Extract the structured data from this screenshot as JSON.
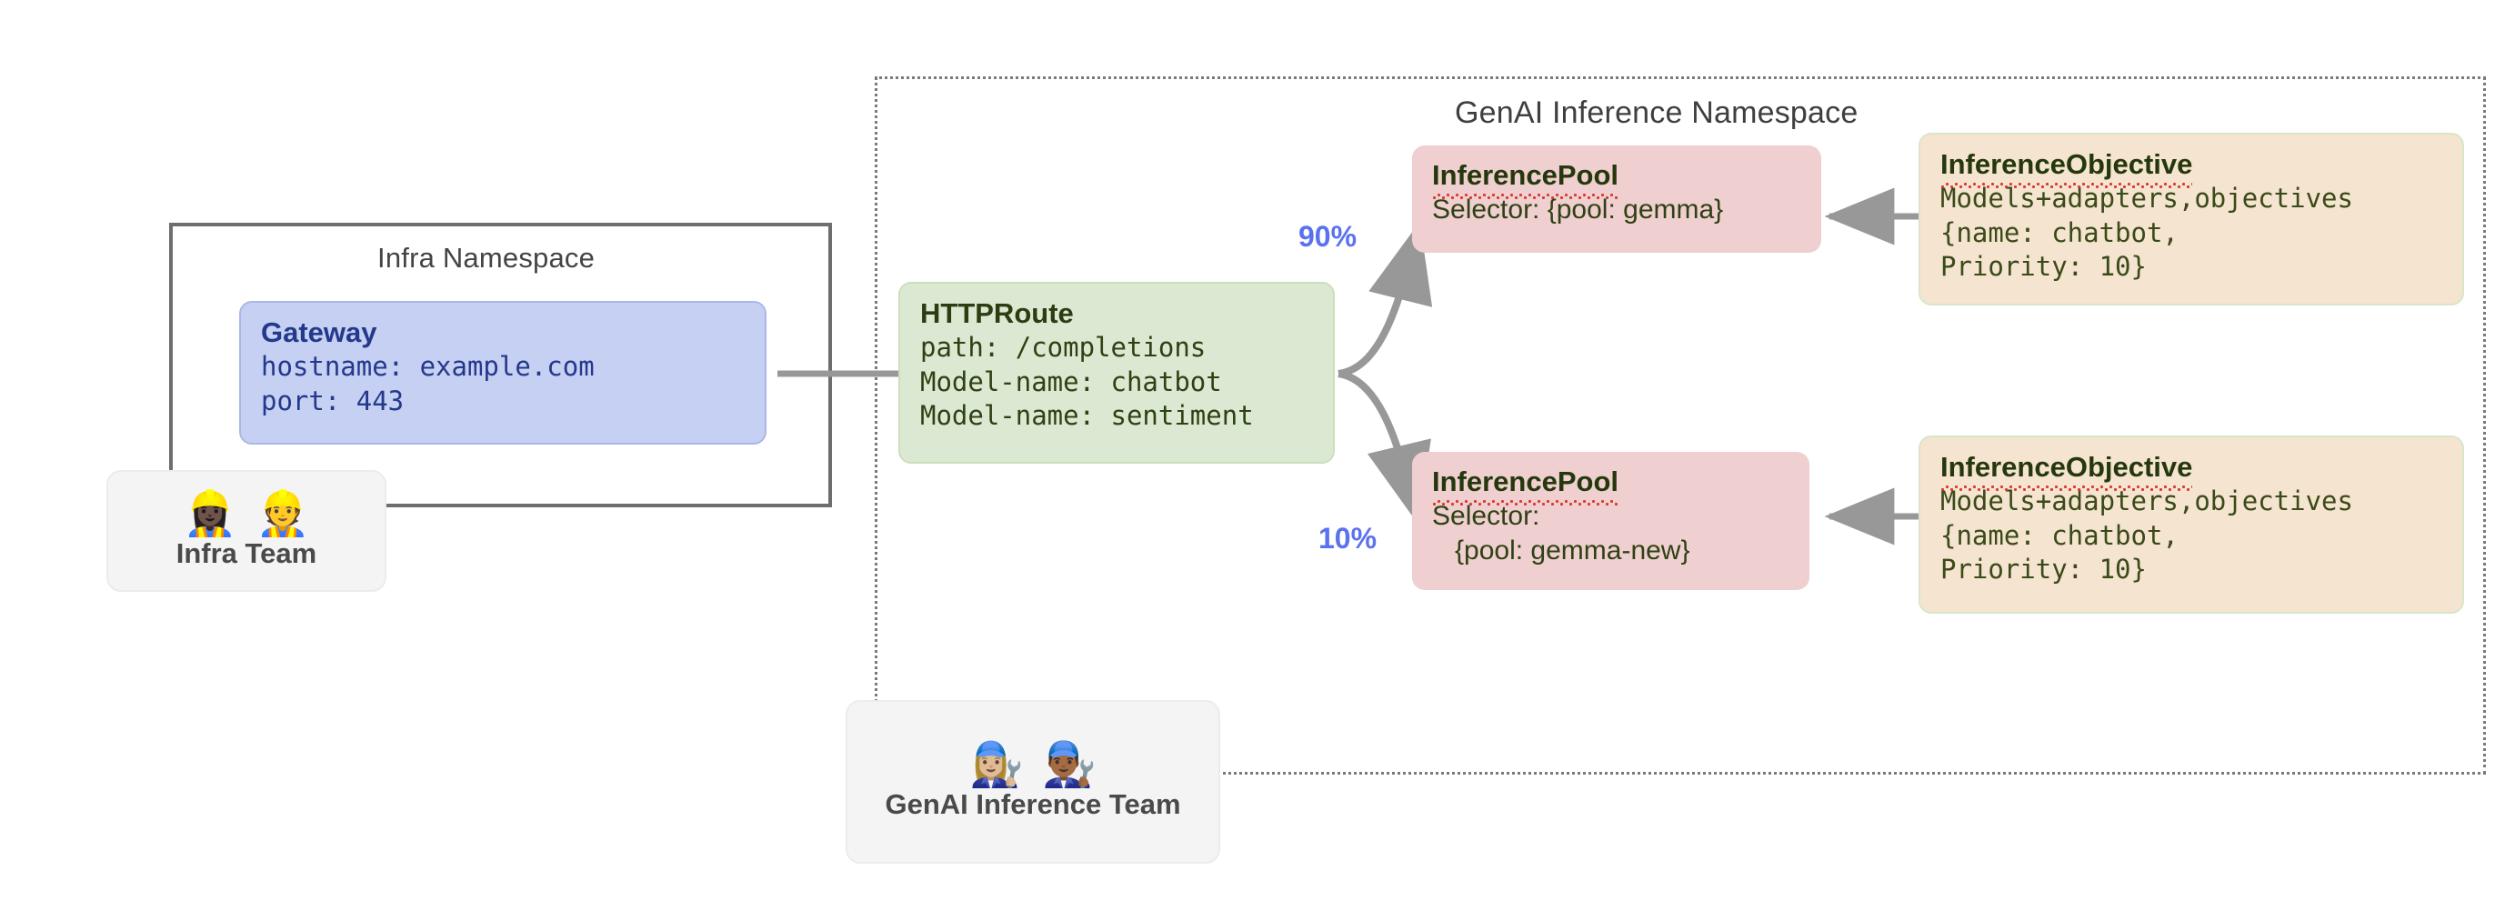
{
  "diagram": {
    "infra_namespace": {
      "title": "Infra Namespace"
    },
    "genai_namespace": {
      "title": "GenAI Inference Namespace"
    },
    "gateway": {
      "title": "Gateway",
      "lines": [
        "hostname: example.com",
        "port: 443"
      ]
    },
    "httproute": {
      "title": "HTTPRoute",
      "lines": [
        "path: /completions",
        "Model-name: chatbot",
        "Model-name: sentiment"
      ]
    },
    "pools": [
      {
        "title": "InferencePool",
        "lines": [
          "Selector: {pool: gemma}"
        ]
      },
      {
        "title": "InferencePool",
        "lines": [
          "Selector:",
          "   {pool: gemma-new}"
        ]
      }
    ],
    "objectives": [
      {
        "title": "InferenceObjective",
        "lines": [
          "Models+adapters,objectives",
          "{name: chatbot,",
          "Priority: 10}"
        ]
      },
      {
        "title": "InferenceObjective",
        "lines": [
          "Models+adapters,objectives",
          "{name: chatbot,",
          "Priority: 10}"
        ]
      }
    ],
    "teams": [
      {
        "label": "Infra Team",
        "emojis": "👷🏿‍♀️👷"
      },
      {
        "label": "GenAI Inference Team",
        "emojis": "👩🏼‍🔧👨🏾‍🔧"
      }
    ],
    "weights": [
      {
        "value": "90%",
        "target": "InferencePool gemma"
      },
      {
        "value": "10%",
        "target": "InferencePool gemma-new"
      }
    ],
    "colors": {
      "gateway_fill": "#c5d0f2",
      "route_fill": "#dce9d2",
      "pool_fill": "#efcfcf",
      "objective_fill": "#f5e4d0",
      "weight_text": "#5b72ef",
      "arrow": "#989898",
      "namespace_border": "#6e6e6e"
    }
  }
}
